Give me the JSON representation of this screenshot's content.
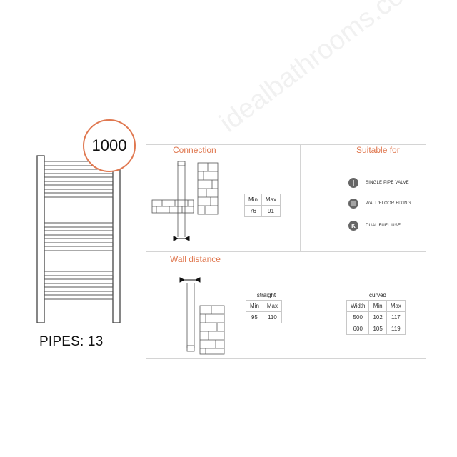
{
  "badge": {
    "value": "1000"
  },
  "pipes": {
    "label": "PIPES: 13"
  },
  "connection": {
    "title": "Connection",
    "headers": [
      "Min",
      "Max"
    ],
    "row": [
      "76",
      "91"
    ]
  },
  "suitable": {
    "title": "Suitable for",
    "items": [
      {
        "icon": "single-pipe-icon",
        "glyph": "",
        "label": "SINGLE PIPE VALVE"
      },
      {
        "icon": "wall-floor-icon",
        "glyph": "",
        "label": "WALL/FLOOR FIXING"
      },
      {
        "icon": "dual-fuel-icon",
        "glyph": "K",
        "label": "DUAL FUEL USE"
      }
    ]
  },
  "wall_distance": {
    "title": "Wall distance",
    "straight": {
      "caption": "straight",
      "headers": [
        "Min",
        "Max"
      ],
      "row": [
        "95",
        "110"
      ]
    },
    "curved": {
      "caption": "curved",
      "headers": [
        "Width",
        "Min",
        "Max"
      ],
      "rows": [
        [
          "500",
          "102",
          "117"
        ],
        [
          "600",
          "105",
          "119"
        ]
      ]
    }
  },
  "watermark": {
    "text": "idealbathrooms.com"
  },
  "colors": {
    "accent": "#e07850",
    "line": "#cccccc"
  }
}
